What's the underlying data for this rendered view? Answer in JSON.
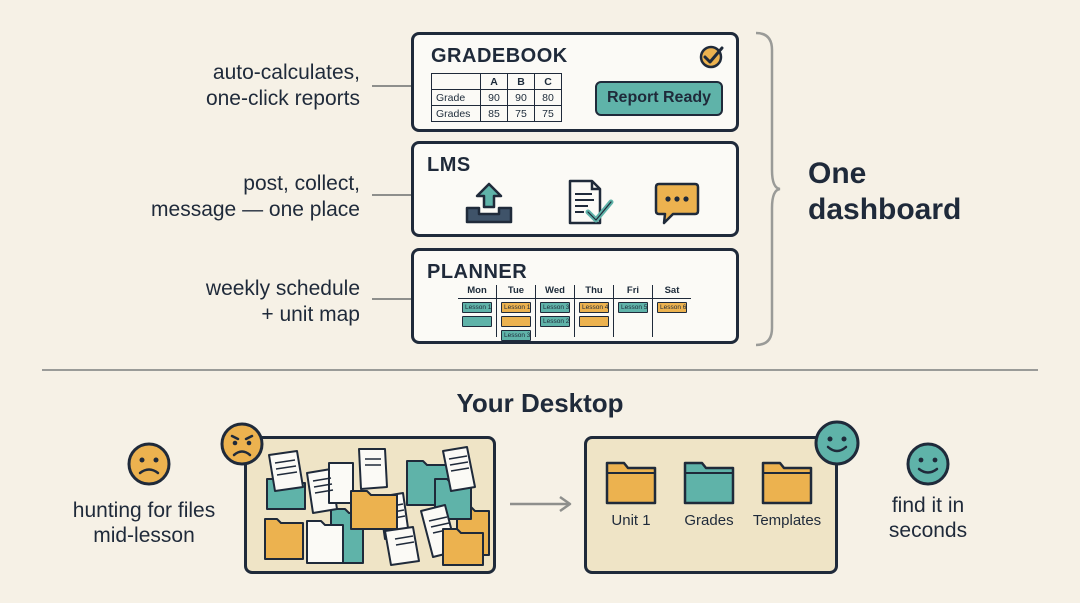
{
  "dashboard": {
    "title_line1": "One",
    "title_line2": "dashboard",
    "gradebook": {
      "title": "GRADEBOOK",
      "note_line1": "auto-calculates,",
      "note_line2": "one-click reports",
      "columns": [
        "",
        "A",
        "B",
        "C"
      ],
      "rows": [
        {
          "label": "Grade",
          "values": [
            "90",
            "90",
            "80"
          ]
        },
        {
          "label": "Grades",
          "values": [
            "85",
            "75",
            "75"
          ]
        }
      ],
      "button": "Report Ready",
      "status_icon": "check-circle-icon"
    },
    "lms": {
      "title": "LMS",
      "note_line1": "post, collect,",
      "note_line2": "message — one place",
      "icons": [
        "upload-tray-icon",
        "document-check-icon",
        "chat-bubble-icon"
      ]
    },
    "planner": {
      "title": "PLANNER",
      "note_line1": "weekly schedule",
      "note_line2": "+ unit map",
      "days": [
        {
          "day": "Mon",
          "chips": [
            {
              "text": "Lesson 1",
              "color": "teal"
            },
            {
              "text": "",
              "color": "teal"
            }
          ]
        },
        {
          "day": "Tue",
          "chips": [
            {
              "text": "Lesson 1",
              "color": "yellow"
            },
            {
              "text": "",
              "color": "yellow"
            },
            {
              "text": "Lesson 3",
              "color": "teal"
            }
          ]
        },
        {
          "day": "Wed",
          "chips": [
            {
              "text": "Lesson 3",
              "color": "teal"
            },
            {
              "text": "Lesson 2",
              "color": "teal"
            }
          ]
        },
        {
          "day": "Thu",
          "chips": [
            {
              "text": "Lesson 4",
              "color": "yellow"
            },
            {
              "text": "",
              "color": "yellow"
            }
          ]
        },
        {
          "day": "Fri",
          "chips": [
            {
              "text": "Lesson 5",
              "color": "teal"
            }
          ]
        },
        {
          "day": "Sat",
          "chips": [
            {
              "text": "Lesson 6",
              "color": "yellow"
            }
          ]
        }
      ]
    }
  },
  "desktop": {
    "title": "Your Desktop",
    "before_caption_line1": "hunting for files",
    "before_caption_line2": "mid-lesson",
    "after_caption_line1": "find it in",
    "after_caption_line2": "seconds",
    "folders": [
      "Unit 1",
      "Grades",
      "Templates"
    ]
  },
  "colors": {
    "teal": "#5fb3a9",
    "yellow": "#ecb24f",
    "navy": "#1f2a3a",
    "background": "#f6f1e6"
  }
}
